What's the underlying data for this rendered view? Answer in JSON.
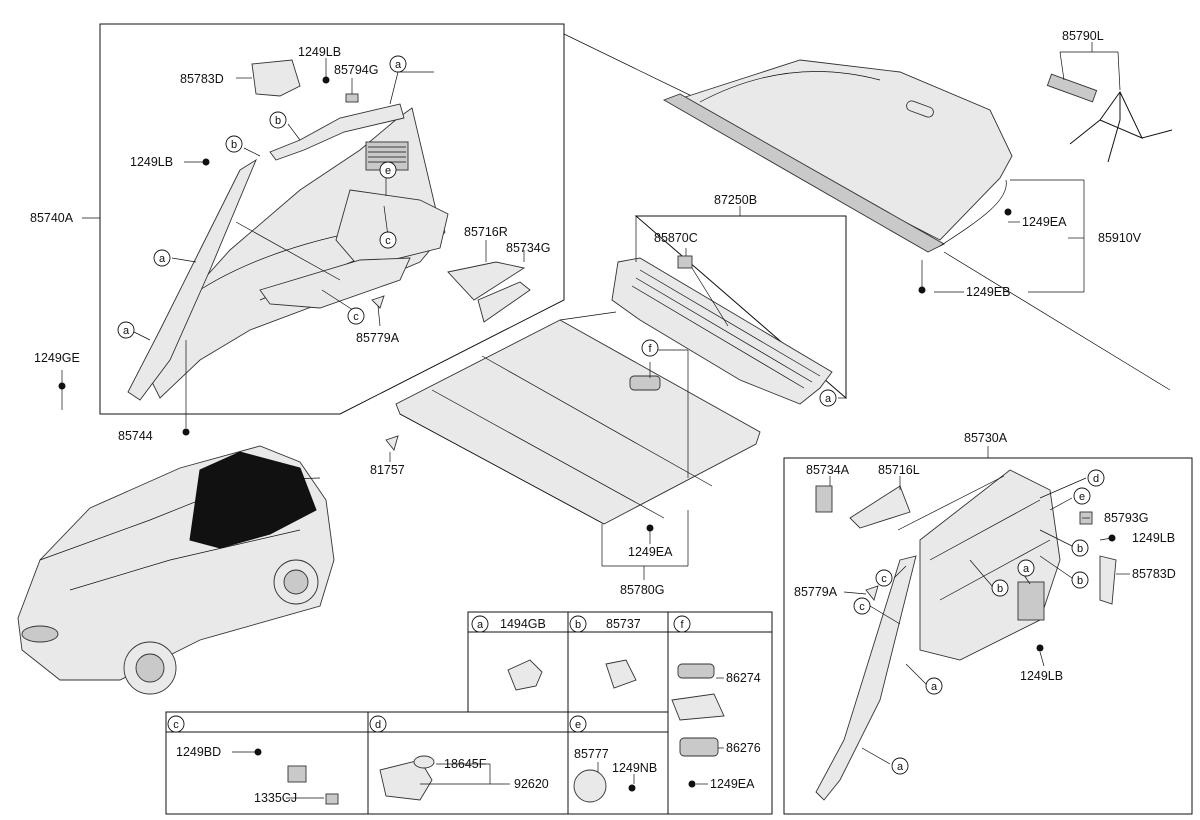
{
  "callout_labels": [
    {
      "id": "85783D-left",
      "text": "85783D"
    },
    {
      "id": "1249LB-top",
      "text": "1249LB"
    },
    {
      "id": "85794G",
      "text": "85794G"
    },
    {
      "id": "1249LB-left",
      "text": "1249LB"
    },
    {
      "id": "85740A",
      "text": "85740A"
    },
    {
      "id": "85716R",
      "text": "85716R"
    },
    {
      "id": "85734G",
      "text": "85734G"
    },
    {
      "id": "85779A-left",
      "text": "85779A"
    },
    {
      "id": "1249GE",
      "text": "1249GE"
    },
    {
      "id": "85744",
      "text": "85744"
    },
    {
      "id": "87250B",
      "text": "87250B"
    },
    {
      "id": "85870C",
      "text": "85870C"
    },
    {
      "id": "81757",
      "text": "81757"
    },
    {
      "id": "1249EA-floor",
      "text": "1249EA"
    },
    {
      "id": "85780G",
      "text": "85780G"
    },
    {
      "id": "85790L",
      "text": "85790L"
    },
    {
      "id": "1249EA-cover",
      "text": "1249EA"
    },
    {
      "id": "85910V",
      "text": "85910V"
    },
    {
      "id": "1249EB",
      "text": "1249EB"
    },
    {
      "id": "85730A",
      "text": "85730A"
    },
    {
      "id": "85734A",
      "text": "85734A"
    },
    {
      "id": "85716L",
      "text": "85716L"
    },
    {
      "id": "85793G",
      "text": "85793G"
    },
    {
      "id": "1249LB-right-upper",
      "text": "1249LB"
    },
    {
      "id": "85783D-right",
      "text": "85783D"
    },
    {
      "id": "85779A-right",
      "text": "85779A"
    },
    {
      "id": "1249LB-right-lower",
      "text": "1249LB"
    },
    {
      "id": "legend-a-part",
      "text": "1494GB"
    },
    {
      "id": "legend-b-part",
      "text": "85737"
    },
    {
      "id": "legend-f-86274",
      "text": "86274"
    },
    {
      "id": "legend-f-86276",
      "text": "86276"
    },
    {
      "id": "legend-f-1249EA",
      "text": "1249EA"
    },
    {
      "id": "legend-c-1249BD",
      "text": "1249BD"
    },
    {
      "id": "legend-c-1335CJ",
      "text": "1335CJ"
    },
    {
      "id": "legend-d-18645F",
      "text": "18645F"
    },
    {
      "id": "legend-d-92620",
      "text": "92620"
    },
    {
      "id": "legend-e-85777",
      "text": "85777"
    },
    {
      "id": "legend-e-1249NB",
      "text": "1249NB"
    }
  ],
  "circle_markers": [
    {
      "id": "a-top",
      "letter": "a"
    },
    {
      "id": "b-upper",
      "letter": "b"
    },
    {
      "id": "b-left",
      "letter": "b"
    },
    {
      "id": "e-grille",
      "letter": "e"
    },
    {
      "id": "c-tray",
      "letter": "c"
    },
    {
      "id": "a-pillar",
      "letter": "a"
    },
    {
      "id": "a-lower",
      "letter": "a"
    },
    {
      "id": "c-lower",
      "letter": "c"
    },
    {
      "id": "f-floor",
      "letter": "f"
    },
    {
      "id": "a-scuff",
      "letter": "a"
    },
    {
      "id": "d-right",
      "letter": "d"
    },
    {
      "id": "e-right",
      "letter": "e"
    },
    {
      "id": "b-right-1",
      "letter": "b"
    },
    {
      "id": "b-right-2",
      "letter": "b"
    },
    {
      "id": "b-right-3",
      "letter": "b"
    },
    {
      "id": "a-right-mid",
      "letter": "a"
    },
    {
      "id": "c-right-1",
      "letter": "c"
    },
    {
      "id": "c-right-2",
      "letter": "c"
    },
    {
      "id": "a-right-low",
      "letter": "a"
    },
    {
      "id": "a-right-bottom",
      "letter": "a"
    },
    {
      "id": "legend-a",
      "letter": "a"
    },
    {
      "id": "legend-b",
      "letter": "b"
    },
    {
      "id": "legend-f",
      "letter": "f"
    },
    {
      "id": "legend-c",
      "letter": "c"
    },
    {
      "id": "legend-d",
      "letter": "d"
    },
    {
      "id": "legend-e",
      "letter": "e"
    }
  ]
}
